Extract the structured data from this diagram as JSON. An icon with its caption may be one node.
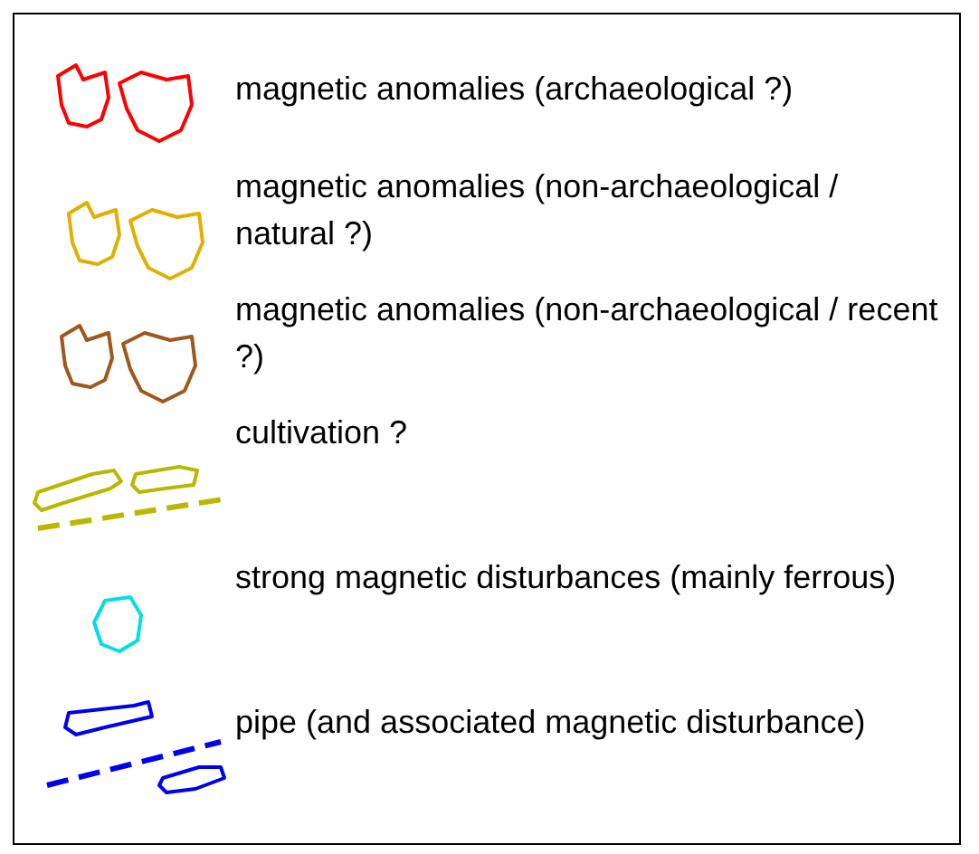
{
  "diagram": {
    "legend": [
      {
        "text": "magnetic anomalies (archaeological ?)"
      },
      {
        "text": "magnetic anomalies (non-archaeological / natural ?)"
      },
      {
        "text": "magnetic anomalies (non-archaeological / recent ?)"
      },
      {
        "text": "cultivation ?"
      },
      {
        "text": "strong magnetic disturbances (mainly ferrous)"
      },
      {
        "text": "pipe (and associated magnetic disturbance)"
      }
    ]
  }
}
